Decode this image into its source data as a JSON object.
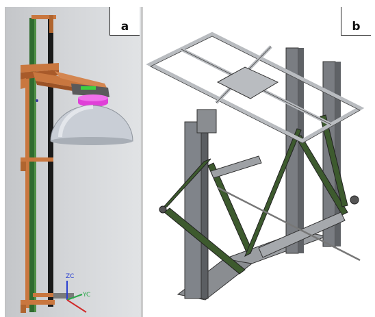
{
  "panels": {
    "a": {
      "label": "a",
      "axes": {
        "zc": "ZC",
        "yc": "YC"
      },
      "colors": {
        "frame": "#c9773f",
        "post": "#2f6b2f",
        "rail": "#1a1a1a",
        "dome": "#c9ced6",
        "ring": "#e040d8"
      }
    },
    "b": {
      "label": "b",
      "colors": {
        "profile": "#7a7d82",
        "strut": "#3d5a2e",
        "plate": "#b9bcc0"
      }
    }
  }
}
